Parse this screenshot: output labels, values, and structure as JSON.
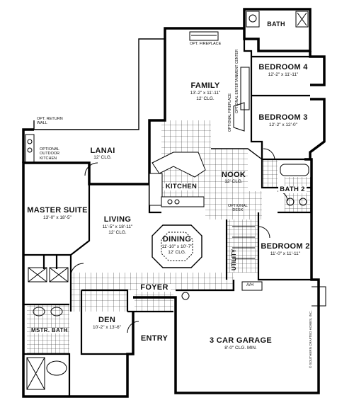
{
  "rooms": {
    "family": {
      "name": "FAMILY",
      "dims": "13'-2\" x 11'-11\"",
      "clg": "12' CLG."
    },
    "bedroom4": {
      "name": "BEDROOM 4",
      "dims": "12'-2\" x 11'-11\""
    },
    "bedroom3": {
      "name": "BEDROOM 3",
      "dims": "12'-2\" x 12'-0\""
    },
    "lanai": {
      "name": "LANAI",
      "clg": "12' CLG."
    },
    "nook": {
      "name": "NOOK",
      "clg": "12' CLG."
    },
    "kitchen": {
      "name": "KITCHEN"
    },
    "bath2": {
      "name": "BATH 2"
    },
    "master": {
      "name": "MASTER SUITE",
      "dims": "13'-0\" x 18'-5\""
    },
    "living": {
      "name": "LIVING",
      "dims": "11'-5\" x 18'-11\"",
      "clg": "12' CLG."
    },
    "dining": {
      "name": "DINING",
      "dims": "11'-10\" x 10'-7\"",
      "clg": "12' CLG."
    },
    "bedroom2": {
      "name": "BEDROOM 2",
      "dims": "11'-0\" x 11'-11\""
    },
    "utility": {
      "name": "UTILITY"
    },
    "foyer": {
      "name": "FOYER"
    },
    "den": {
      "name": "DEN",
      "dims": "10'-2\" x 13'-6\""
    },
    "entry": {
      "name": "ENTRY"
    },
    "garage": {
      "name": "3 CAR GARAGE",
      "dims": "8'-0\" CLG. MIN."
    },
    "msbath": {
      "name": "MSTR. BATH"
    },
    "bath_top": {
      "name": "BATH"
    }
  },
  "notes": {
    "fireplace": "OPT. FIREPLACE",
    "entertainment": "OPTIONAL ENTERTAINMENT CENTER",
    "opt_fireplace_side": "OPTIONAL FIREPLACE",
    "return_wall_1": "OPT. RETURN",
    "return_wall_2": "WALL",
    "outdoor_kitchen_1": "OPTIONAL",
    "outdoor_kitchen_2": "OUTDOOR",
    "outdoor_kitchen_3": "KITCHEN",
    "desk_1": "OPTIONAL",
    "desk_2": "DESK",
    "ac": "A/H",
    "copyright": "© SOUTHERN CRAFTED HOMES, INC."
  }
}
